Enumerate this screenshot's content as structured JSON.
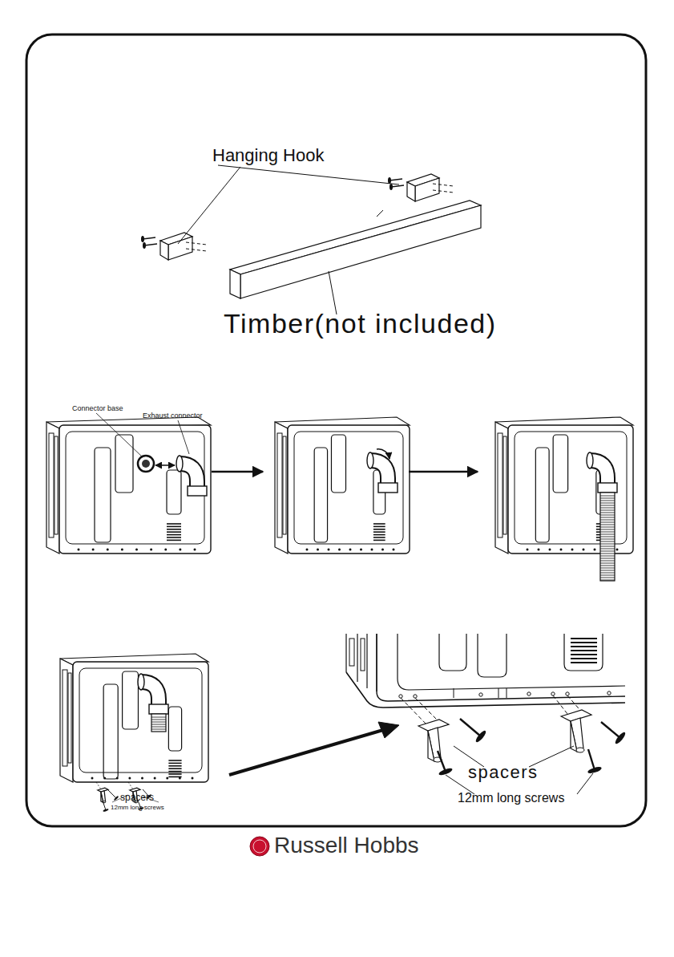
{
  "diagram": {
    "labels": [
      "Hanging Hook",
      "Timber(not included)",
      "Connector base",
      "Exhaust connector",
      "spacers",
      "12mm long screws",
      "spacers",
      "12mm long screws",
      "Russell Hobbs"
    ]
  }
}
